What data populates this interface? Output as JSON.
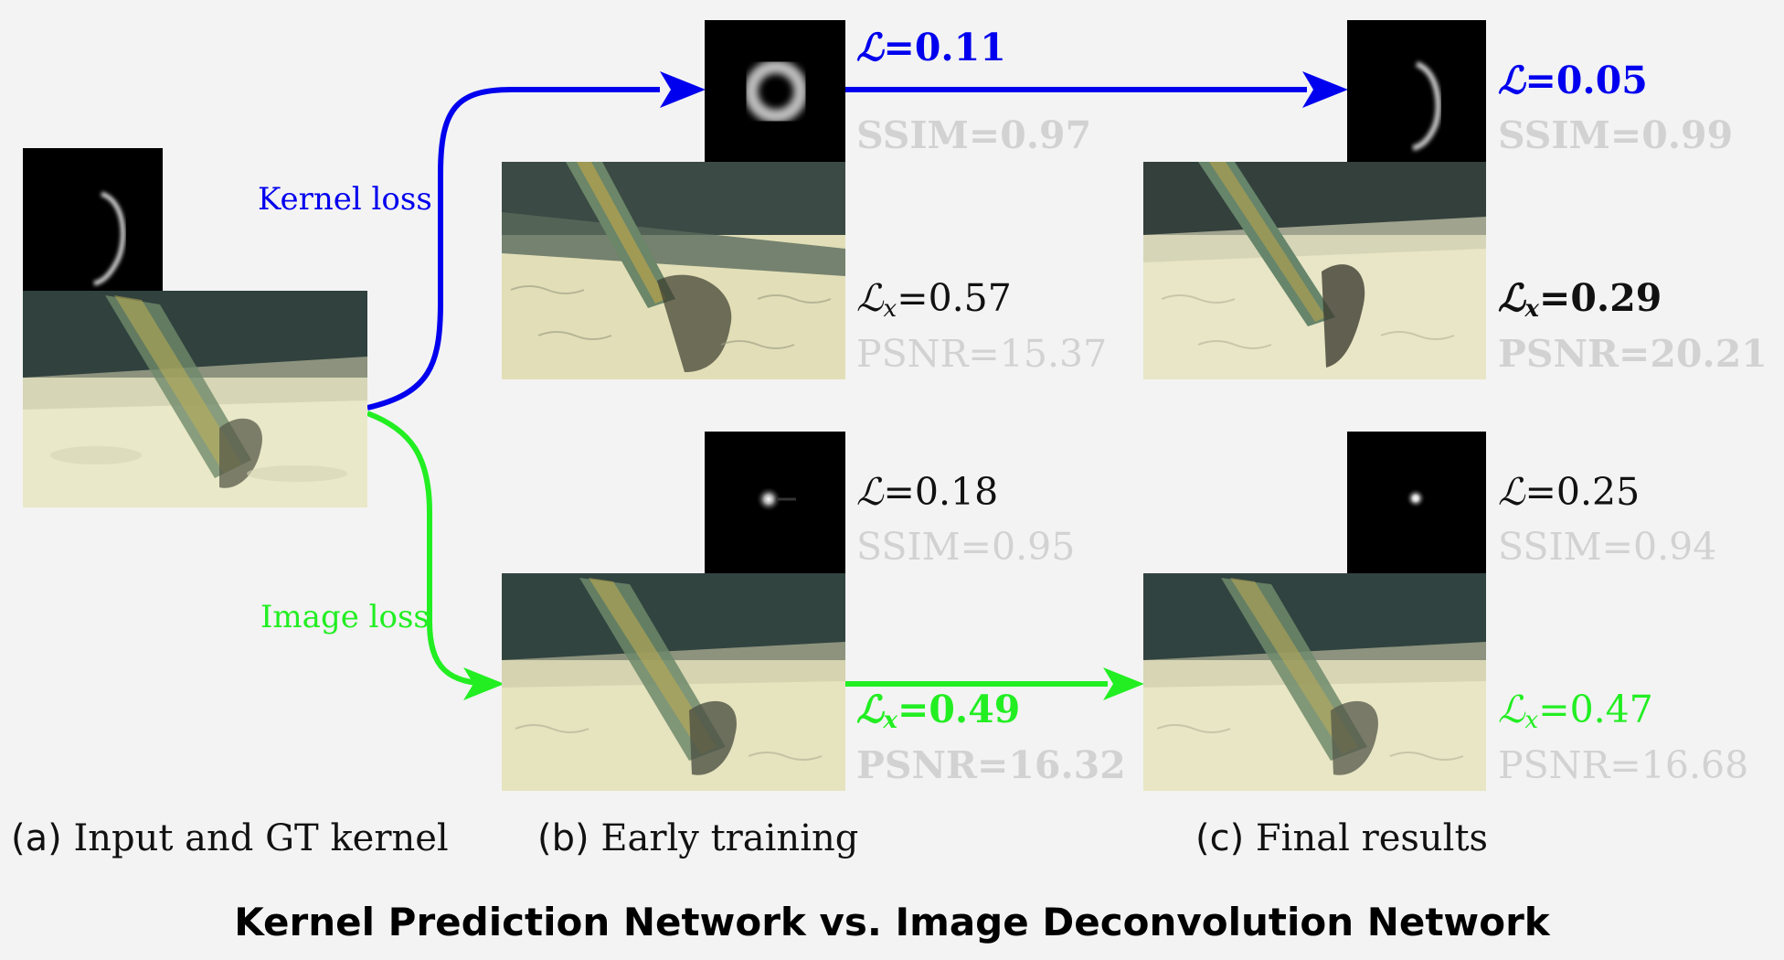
{
  "labels": {
    "kernel_loss": "Kernel loss",
    "image_loss": "Image loss"
  },
  "captions": {
    "a_tag": "(a)",
    "a_text": " Input and GT kernel",
    "b_tag": "(b)",
    "b_text": " Early training",
    "c_tag": "(c)",
    "c_text": " Final results"
  },
  "title": "Kernel Prediction Network vs. Image Deconvolution Network",
  "metrics": {
    "kernel_early": {
      "L": "0.11",
      "SSIM": "0.97",
      "Lx": "0.57",
      "PSNR": "15.37"
    },
    "kernel_final": {
      "L": "0.05",
      "SSIM": "0.99",
      "Lx": "0.29",
      "PSNR": "20.21"
    },
    "image_early": {
      "L": "0.18",
      "SSIM": "0.95",
      "Lx": "0.49",
      "PSNR": "16.32"
    },
    "image_final": {
      "L": "0.25",
      "SSIM": "0.94",
      "Lx": "0.47",
      "PSNR": "16.68"
    }
  },
  "symbols": {
    "L": "ℒ",
    "Lx_sub": "x",
    "eq": "=",
    "ssim": "SSIM",
    "psnr": "PSNR"
  },
  "colors": {
    "kernel_arrow": "#0000ee",
    "image_arrow": "#22ee22",
    "inactive_text": "#d2d2d2"
  }
}
